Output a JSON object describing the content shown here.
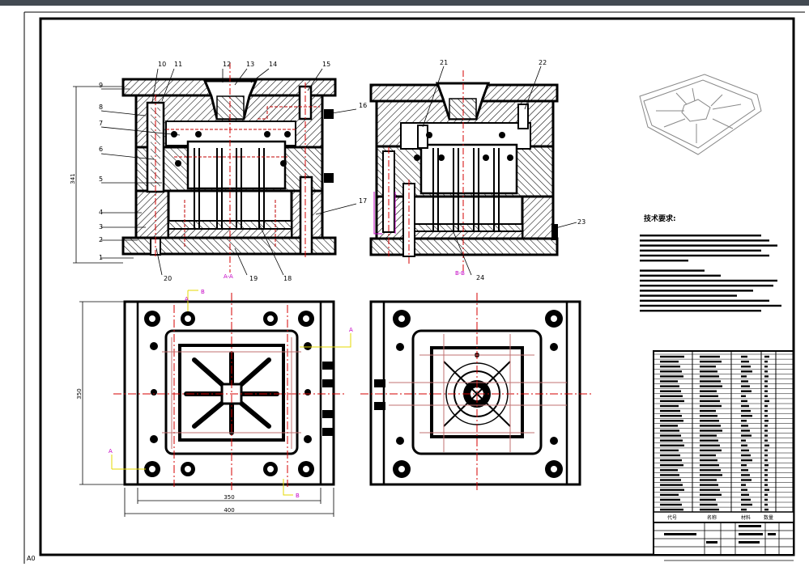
{
  "sheet": {
    "tech_req_title": "技术要求:",
    "sheet_size": "A0",
    "table_headers": [
      "代号",
      "名称",
      "材料",
      "数量"
    ]
  },
  "views": {
    "section_a": "A-A",
    "section_b": "B-B"
  },
  "dimensions": {
    "height_front": "341",
    "height_plan": "350",
    "width_inner": "350",
    "width_outer": "400"
  },
  "part_numbers": {
    "n1": "1",
    "n2": "2",
    "n3": "3",
    "n4": "4",
    "n5": "5",
    "n6": "6",
    "n7": "7",
    "n8": "8",
    "n9": "9",
    "n10": "10",
    "n11": "11",
    "n12": "12",
    "n13": "13",
    "n14": "14",
    "n15": "15",
    "n16": "16",
    "n17": "17",
    "n18": "18",
    "n19": "19",
    "n20": "20",
    "n21": "21",
    "n22": "22",
    "n23": "23",
    "n24": "24"
  },
  "section_markers": {
    "top_left_b": "B",
    "top_left_a": "A",
    "right_a": "A",
    "left_a": "A",
    "bottom_b": "B"
  },
  "colors": {
    "line": "#000000",
    "centerline": "#d40000",
    "hidden": "#c00000",
    "annotation": "#c400c4",
    "leader": "#e6d800",
    "cooling": "#ff3030"
  }
}
